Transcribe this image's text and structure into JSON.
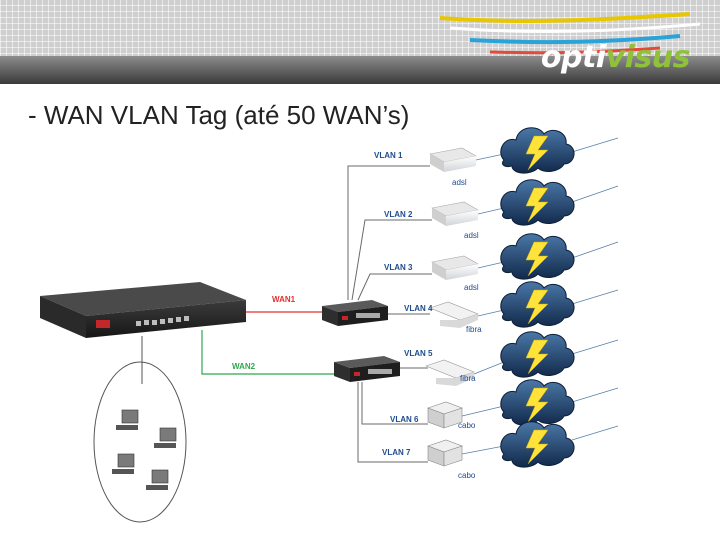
{
  "slide": {
    "title": "- WAN VLAN Tag (até 50 WAN’s)",
    "brand": {
      "part1": "opti",
      "part2": "visus"
    }
  },
  "links": {
    "wan1": "WAN1",
    "wan2": "WAN2"
  },
  "vlans": [
    {
      "label": "VLAN 1",
      "device": "adsl"
    },
    {
      "label": "VLAN 2",
      "device": "adsl"
    },
    {
      "label": "VLAN 3",
      "device": "adsl"
    },
    {
      "label": "VLAN 4",
      "device": "fibra"
    },
    {
      "label": "VLAN 5",
      "device": "fibra"
    },
    {
      "label": "VLAN 6",
      "device": "cabo"
    },
    {
      "label": "VLAN 7",
      "device": "cabo"
    }
  ],
  "colors": {
    "wan1": "#e0322f",
    "wan2": "#2fa84f",
    "cloud": "#1c3e6b",
    "bolt": "#ffe33a"
  }
}
